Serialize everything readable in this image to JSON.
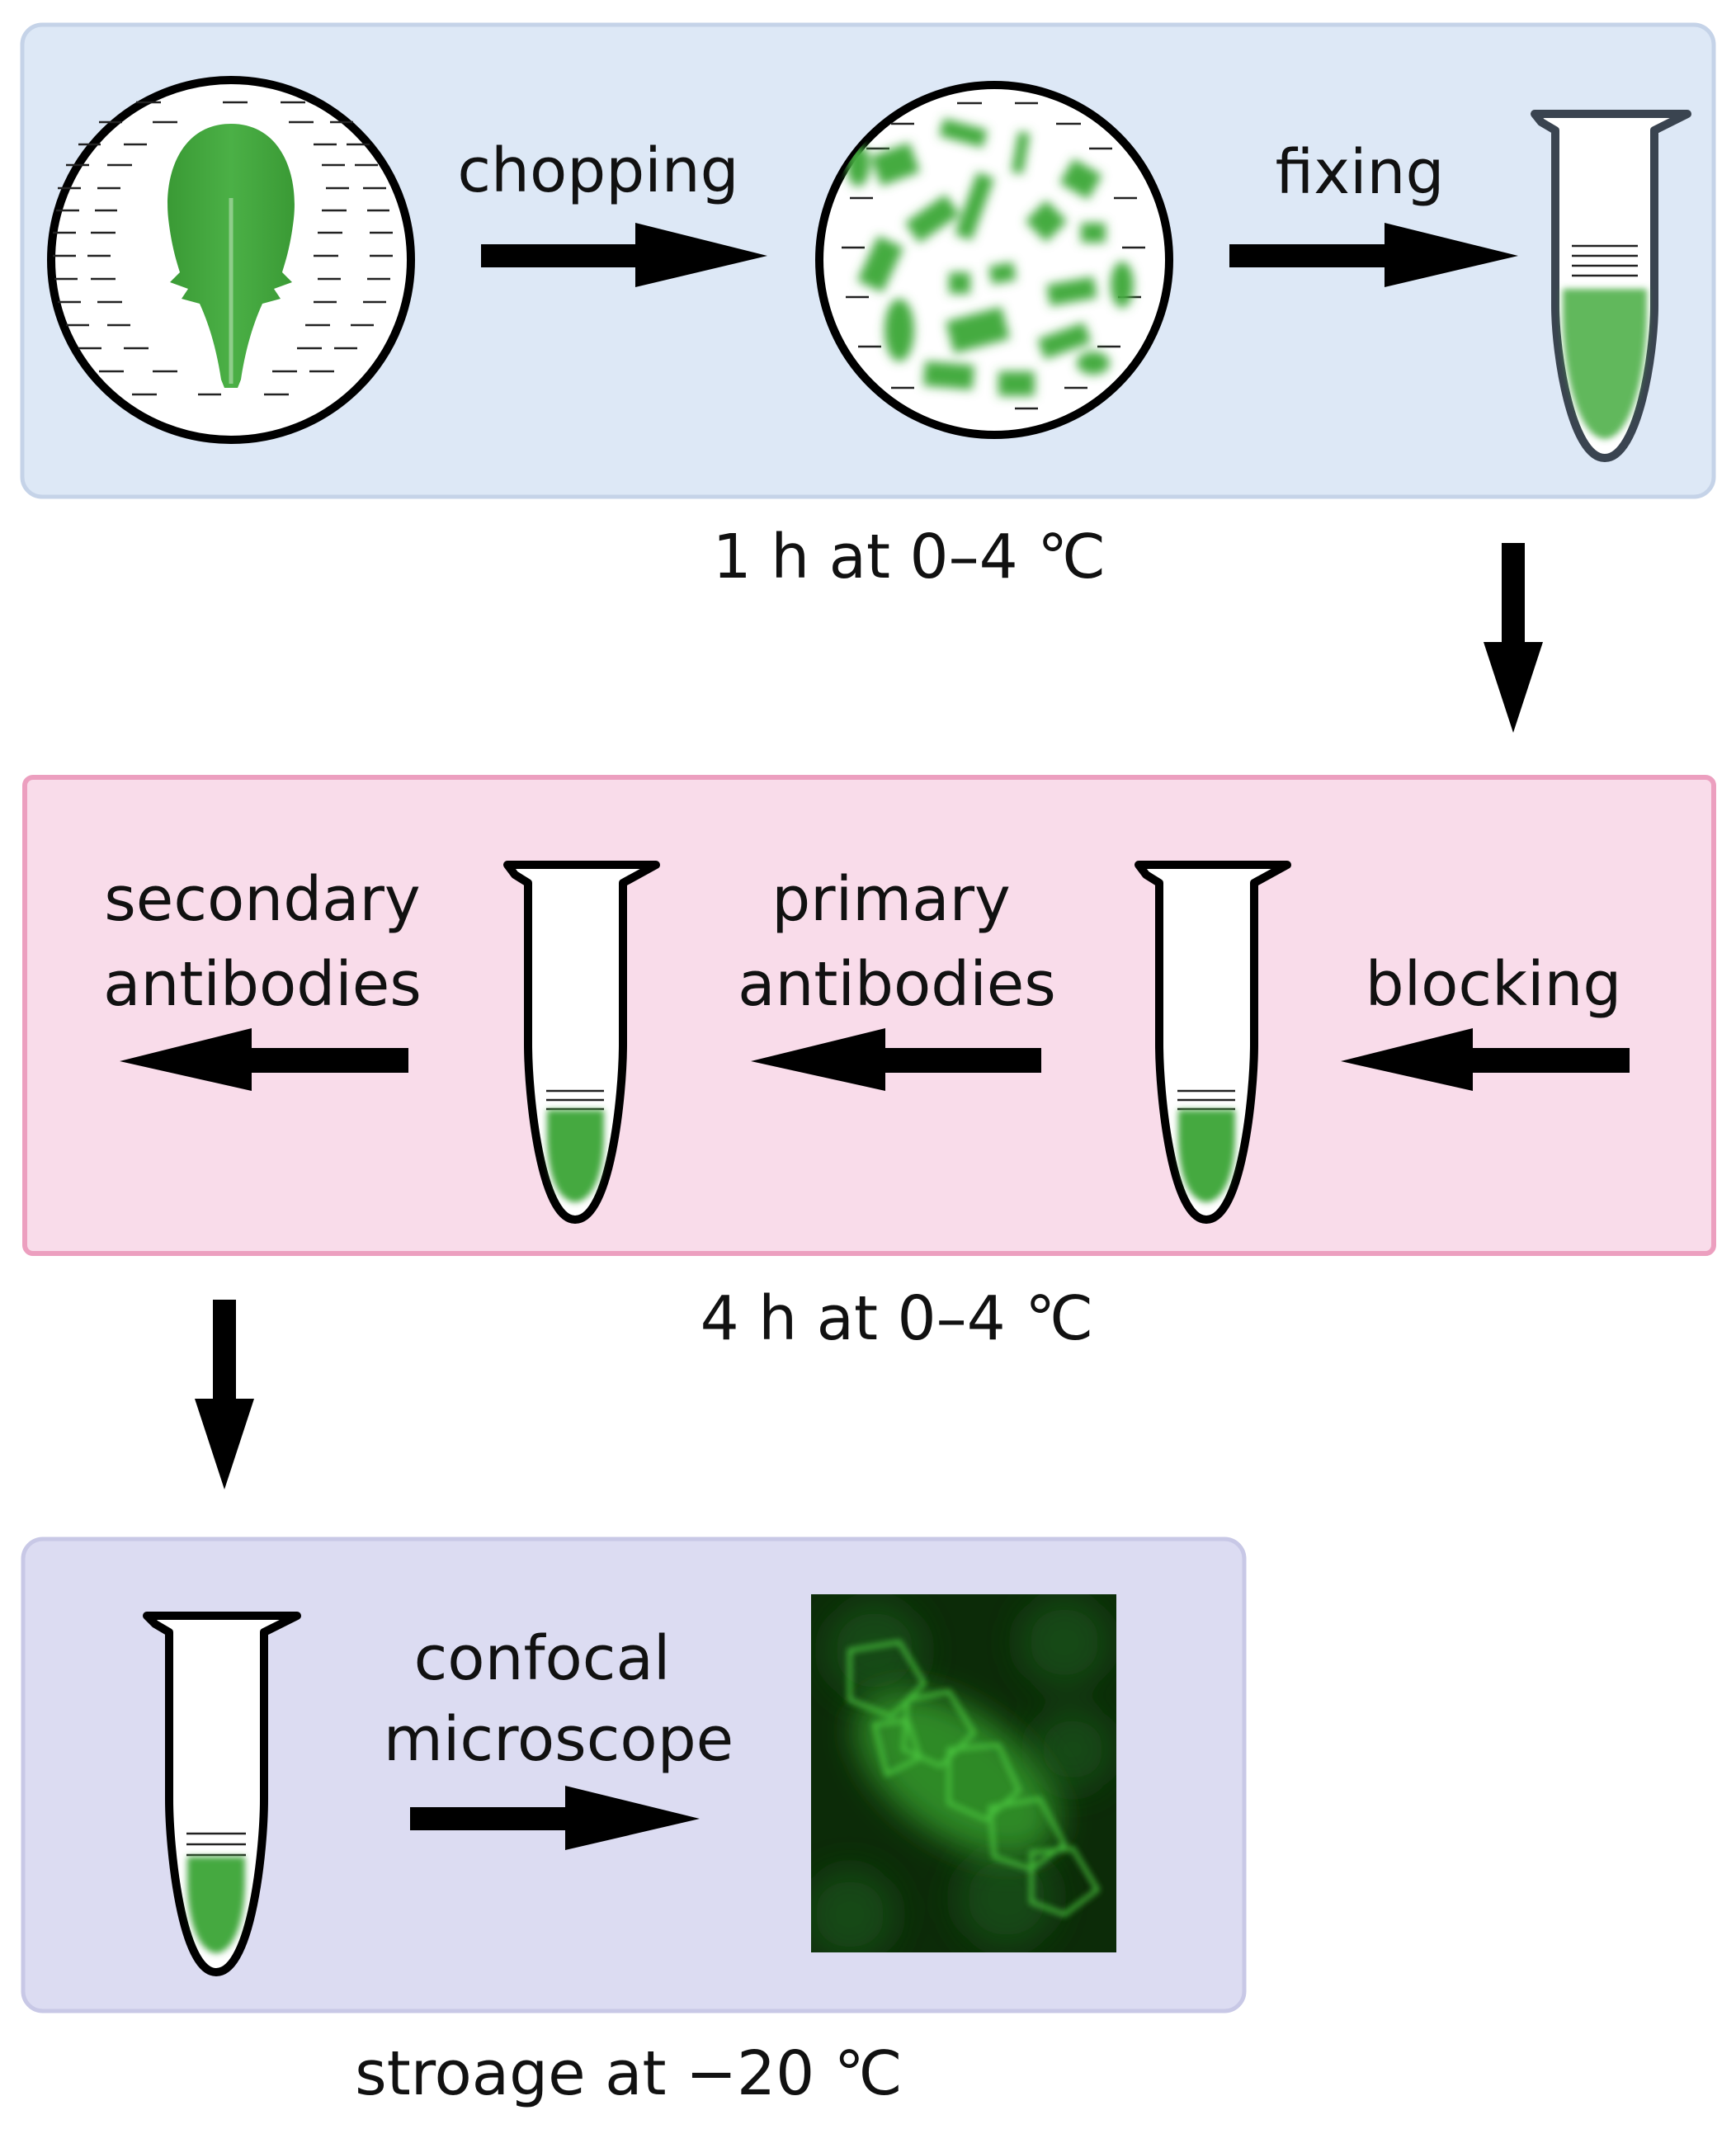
{
  "step1": {
    "chop_label": "chopping",
    "fix_label": "fixing",
    "condition": "1 h at 0–4 ℃"
  },
  "step2": {
    "blocking_label": "blocking",
    "primary_label_line1": "primary",
    "primary_label_line2": "antibodies",
    "secondary_label_line1": "secondary",
    "secondary_label_line2": "antibodies",
    "condition": "4 h at 0–4 ℃"
  },
  "step3": {
    "confocal_label_line1": "confocal",
    "confocal_label_line2": "microscope",
    "condition": "stroage at −20 ℃"
  },
  "colors": {
    "panel_blue": "#dde8f6",
    "panel_pink": "#f9dcea",
    "panel_purple": "#dcdcf2",
    "leaf_green": "#3f9e3a",
    "fluor_green": "#2fa52a"
  }
}
